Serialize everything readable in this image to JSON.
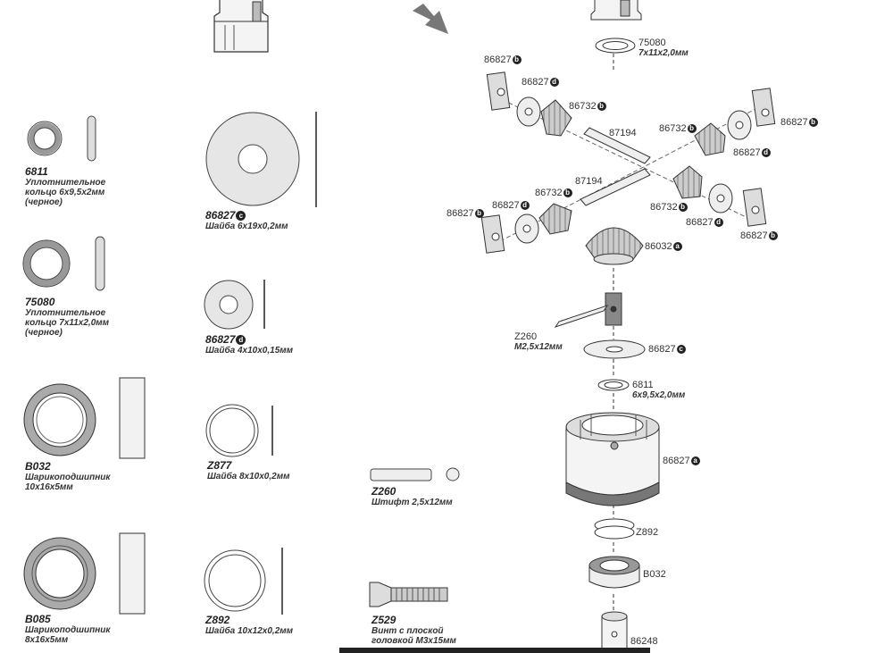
{
  "parts": [
    {
      "pn": "6811",
      "desc1": "Уплотнительное",
      "desc2": "кольцо 6х9,5х2мм",
      "desc3": "(черное)"
    },
    {
      "pn": "75080",
      "desc1": "Уплотнительное",
      "desc2": "кольцо 7х11х2,0мм",
      "desc3": "(черное)"
    },
    {
      "pn": "B032",
      "desc1": "Шарикоподшипник",
      "desc2": "10х16х5мм"
    },
    {
      "pn": "B085",
      "desc1": "Шарикоподшипник",
      "desc2": "8х16х5мм"
    },
    {
      "pn": "86827",
      "badge": "c",
      "desc1": "Шайба 6х19х0,2мм"
    },
    {
      "pn": "86827",
      "badge": "d",
      "desc1": "Шайба 4х10х0,15мм"
    },
    {
      "pn": "Z877",
      "desc1": "Шайба 8х10х0,2мм"
    },
    {
      "pn": "Z892",
      "desc1": "Шайба 10х12х0,2мм"
    },
    {
      "pn": "Z260",
      "desc1": "Штифт 2,5х12мм"
    },
    {
      "pn": "Z529",
      "desc1": "Винт с плоской",
      "desc2": "головкой М3х15мм"
    }
  ],
  "assembly": {
    "labels": [
      {
        "text": "75080",
        "sub": "7х11х2,0мм"
      },
      {
        "text": "86827",
        "badge": "b"
      },
      {
        "text": "86827",
        "badge": "d"
      },
      {
        "text": "86732",
        "badge": "b"
      },
      {
        "text": "87194"
      },
      {
        "text": "86732",
        "badge": "b"
      },
      {
        "text": "86827",
        "badge": "b"
      },
      {
        "text": "86827",
        "badge": "d"
      },
      {
        "text": "87194"
      },
      {
        "text": "86827",
        "badge": "b"
      },
      {
        "text": "86827",
        "badge": "d"
      },
      {
        "text": "86732",
        "badge": "b"
      },
      {
        "text": "86732",
        "badge": "b"
      },
      {
        "text": "86827",
        "badge": "d"
      },
      {
        "text": "86827",
        "badge": "b"
      },
      {
        "text": "86032",
        "badge": "a"
      },
      {
        "text": "Z260",
        "sub": "М2,5х12мм"
      },
      {
        "text": "86827",
        "badge": "c"
      },
      {
        "text": "6811",
        "sub": "6х9,5х2,0мм"
      },
      {
        "text": "86827",
        "badge": "a"
      },
      {
        "text": "Z892"
      },
      {
        "text": "B032"
      },
      {
        "text": "86248"
      }
    ]
  }
}
